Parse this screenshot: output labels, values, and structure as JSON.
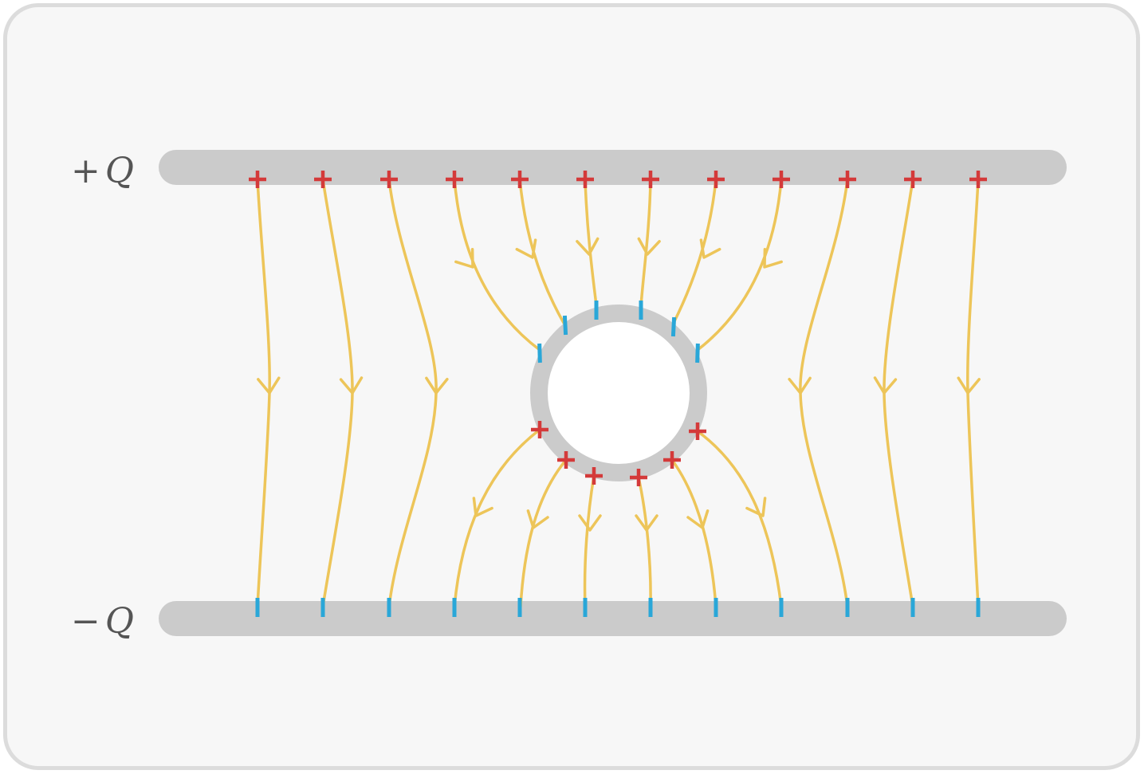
{
  "plates": {
    "top": {
      "sign": "+",
      "symbol": "Q"
    },
    "bottom": {
      "sign": "−",
      "symbol": "Q"
    }
  },
  "colors": {
    "background": "#f7f7f7",
    "border": "#dcdcdc",
    "plate": "#cbcbcb",
    "conductor": "#cbcbcb",
    "field_line": "#edc559",
    "positive_charge": "#d43a3a",
    "negative_charge": "#2aa7d8",
    "label": "#555555"
  },
  "field_lines_count": 12,
  "conductor_induced_negative_count": 6,
  "conductor_induced_positive_count": 6
}
